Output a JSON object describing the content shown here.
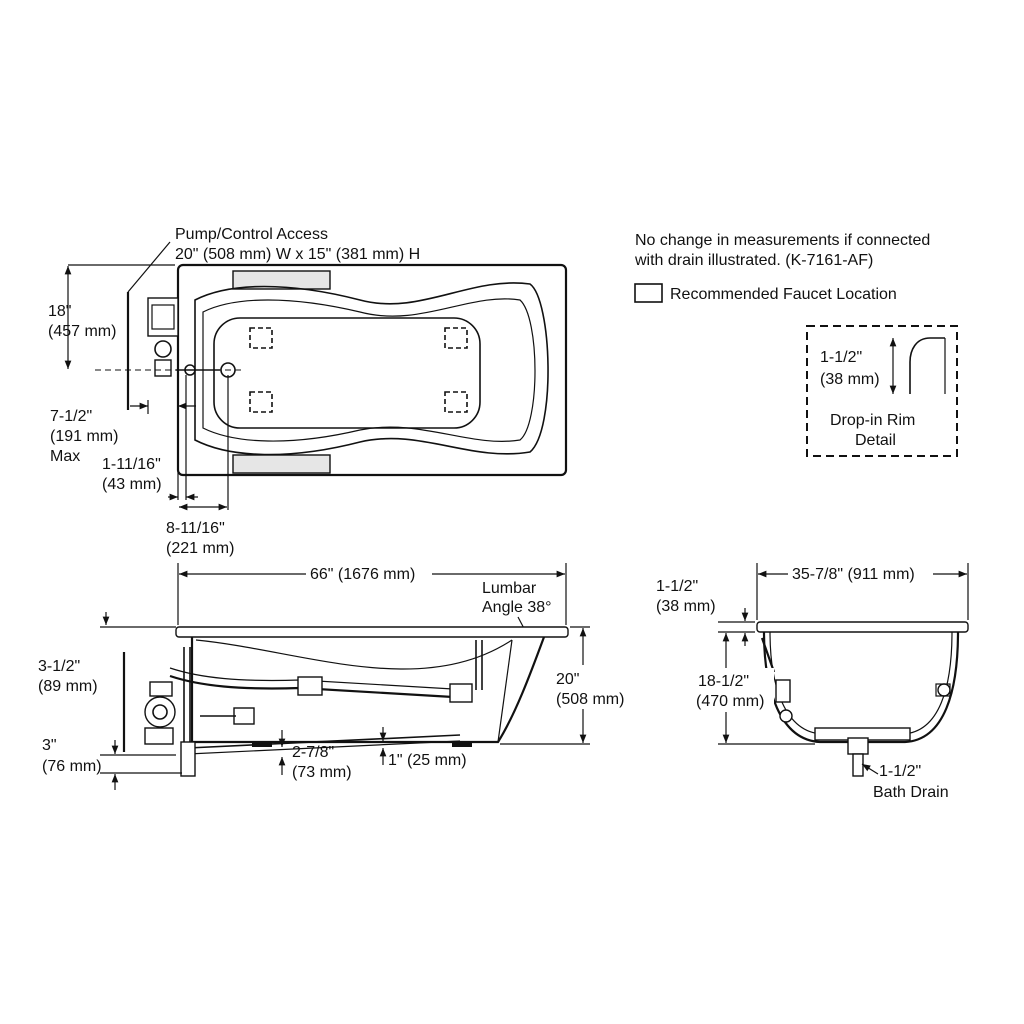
{
  "notes": {
    "drain_line1": "No change in measurements if connected",
    "drain_line2": "with drain illustrated. (K-7161-AF)",
    "faucet_legend": "Recommended Faucet Location"
  },
  "pump_access": {
    "title": "Pump/Control Access",
    "size": "20\" (508 mm) W x 15\" (381 mm) H"
  },
  "plan_dims": {
    "d18_in": "18\"",
    "d18_mm": "(457 mm)",
    "d712_in": "7-1/2\"",
    "d712_mm": "(191 mm)",
    "d712_max": "Max",
    "d11116_in": "1-11/16\"",
    "d11116_mm": "(43 mm)",
    "d81116_in": "8-11/16\"",
    "d81116_mm": "(221 mm)"
  },
  "rim_detail": {
    "dim_in": "1-1/2\"",
    "dim_mm": "(38 mm)",
    "title1": "Drop-in Rim",
    "title2": "Detail"
  },
  "side_dims": {
    "length": "66\" (1676 mm)",
    "lumbar1": "Lumbar",
    "lumbar2": "Angle 38°",
    "d312_in": "3-1/2\"",
    "d312_mm": "(89 mm)",
    "d3_in": "3\"",
    "d3_mm": "(76 mm)",
    "d278_in": "2-7/8\"",
    "d278_mm": "(73 mm)",
    "d1": "1\" (25 mm)",
    "d20_in": "20\"",
    "d20_mm": "(508 mm)"
  },
  "end_dims": {
    "width": "35-7/8\" (911 mm)",
    "rim_in": "1-1/2\"",
    "rim_mm": "(38 mm)",
    "d1812_in": "18-1/2\"",
    "d1812_mm": "(470 mm)",
    "drain_in": "1-1/2\"",
    "drain_label": "Bath Drain"
  }
}
